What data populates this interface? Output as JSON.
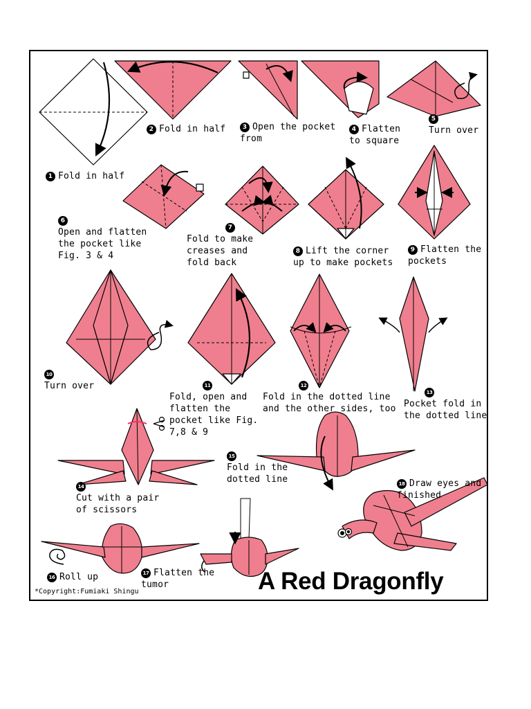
{
  "title": "A Red Dragonfly",
  "copyright": "*Copyright:Fumiaki Shingu",
  "colors": {
    "paper": "#ef7f8e",
    "fold_line": "#2a2a2a",
    "outline": "#000000",
    "background": "#ffffff"
  },
  "steps": [
    {
      "number": "1",
      "text": "Fold in half"
    },
    {
      "number": "2",
      "text": "Fold in half"
    },
    {
      "number": "3",
      "text": "Open the pocket\nfrom"
    },
    {
      "number": "4",
      "text": "Flatten\nto square"
    },
    {
      "number": "5",
      "text": "Turn over"
    },
    {
      "number": "6",
      "text": "Open and flatten\nthe pocket like\nFig. 3 & 4"
    },
    {
      "number": "7",
      "text": "Fold to make\ncreases and\nfold back"
    },
    {
      "number": "8",
      "text": "Lift the corner\nup to make pockets"
    },
    {
      "number": "9",
      "text": "Flatten the\npockets"
    },
    {
      "number": "10",
      "text": "Turn over"
    },
    {
      "number": "11",
      "text": "Fold, open and\nflatten the\npocket like Fig.\n7,8 & 9"
    },
    {
      "number": "12",
      "text": "Fold in the dotted line\nand the other sides, too"
    },
    {
      "number": "13",
      "text": "Pocket fold in\nthe dotted line"
    },
    {
      "number": "14",
      "text": "Cut with a pair\nof scissors"
    },
    {
      "number": "15",
      "text": "Fold in the\ndotted line"
    },
    {
      "number": "16",
      "text": "Roll up"
    },
    {
      "number": "17",
      "text": "Flatten the\ntumor"
    },
    {
      "number": "18",
      "text": "Draw eyes and\nfinished"
    }
  ]
}
